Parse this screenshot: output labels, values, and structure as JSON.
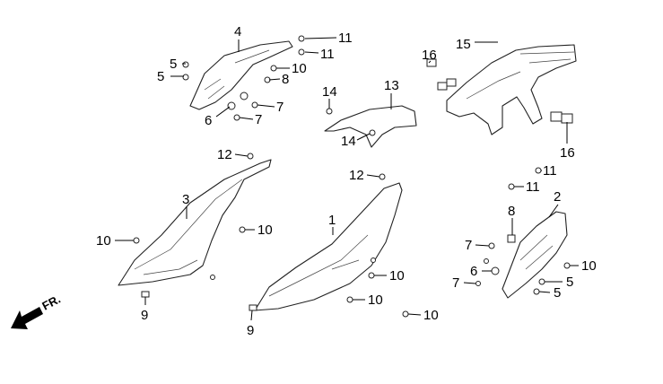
{
  "diagram": {
    "direction_label": "FR.",
    "callouts": {
      "c1": "1",
      "c2": "2",
      "c3": "3",
      "c4": "4",
      "c5a": "5",
      "c5b": "5",
      "c5c": "5",
      "c5d": "5",
      "c6a": "6",
      "c6b": "6",
      "c7a": "7",
      "c7b": "7",
      "c7c": "7",
      "c7d": "7",
      "c8a": "8",
      "c8b": "8",
      "c9a": "9",
      "c9b": "9",
      "c10a": "10",
      "c10b": "10",
      "c10c": "10",
      "c10d": "10",
      "c10e": "10",
      "c10f": "10",
      "c10g": "10",
      "c11a": "11",
      "c11b": "11",
      "c11c": "11",
      "c11d": "11",
      "c12a": "12",
      "c12b": "12",
      "c13": "13",
      "c14a": "14",
      "c14b": "14",
      "c15": "15",
      "c16a": "16",
      "c16b": "16"
    }
  }
}
